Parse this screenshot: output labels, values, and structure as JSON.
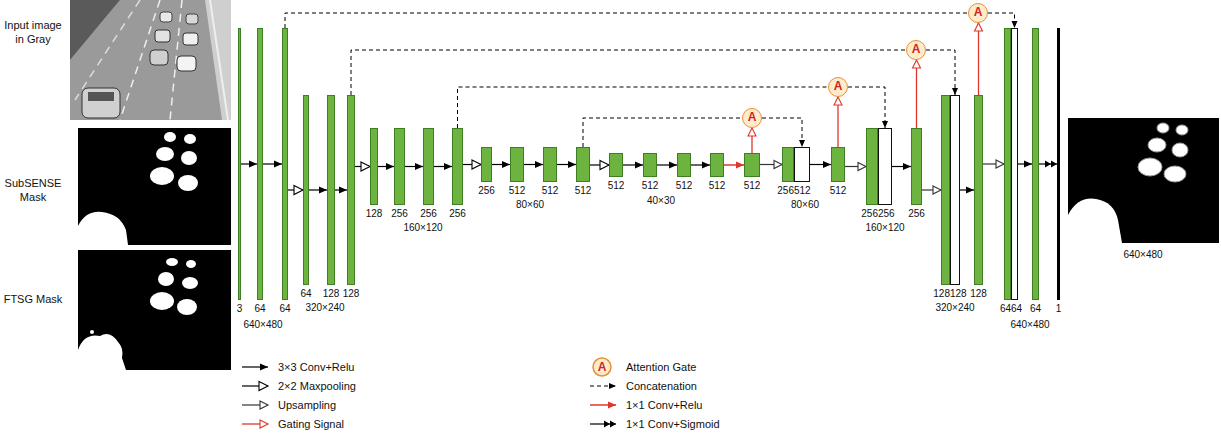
{
  "diagram": {
    "nodes": [
      {
        "text": [
          "3"
        ]
      },
      {
        "text": [
          "64"
        ]
      },
      {
        "text": [
          "64"
        ]
      },
      {
        "text": [
          "64"
        ]
      },
      {
        "text": [
          "128"
        ]
      },
      {
        "text": [
          "128"
        ]
      },
      {
        "text": [
          "128"
        ]
      },
      {
        "text": [
          "256"
        ]
      },
      {
        "text": [
          "256"
        ]
      },
      {
        "text": [
          "256"
        ]
      },
      {
        "text": [
          "256"
        ]
      },
      {
        "text": [
          "512"
        ]
      },
      {
        "text": [
          "512"
        ]
      },
      {
        "text": [
          "512"
        ]
      },
      {
        "text": [
          "512"
        ]
      },
      {
        "text": [
          "512"
        ]
      },
      {
        "text": [
          "512"
        ]
      },
      {
        "text": [
          "512"
        ]
      },
      {
        "text": [
          "512"
        ]
      },
      {
        "text": [
          "256"
        ]
      },
      {
        "text": [
          "512"
        ]
      },
      {
        "text": [
          "512"
        ]
      },
      {
        "text": [
          "256"
        ]
      },
      {
        "text": [
          "256"
        ]
      },
      {
        "text": [
          "256"
        ]
      },
      {
        "text": [
          "128"
        ]
      },
      {
        "text": [
          "128"
        ]
      },
      {
        "text": [
          "128"
        ]
      },
      {
        "text": [
          "64"
        ]
      },
      {
        "text": [
          "64"
        ]
      },
      {
        "text": [
          "64"
        ]
      },
      {
        "text": [
          "1"
        ]
      },
      {
        "text": [
          "A"
        ]
      },
      {
        "text": [
          "A"
        ]
      },
      {
        "text": [
          "A"
        ]
      },
      {
        "text": [
          "A"
        ]
      }
    ],
    "edges": [
      {
        "from": 0,
        "to": 1,
        "arrow": "to"
      },
      {
        "from": 1,
        "to": 2,
        "arrow": "to"
      },
      {
        "from": 2,
        "to": 3,
        "arrow": "to"
      },
      {
        "from": 3,
        "to": 4,
        "arrow": "to"
      },
      {
        "from": 4,
        "to": 5,
        "arrow": "to"
      },
      {
        "from": 5,
        "to": 6,
        "arrow": "to"
      },
      {
        "from": 6,
        "to": 7,
        "arrow": "to"
      },
      {
        "from": 7,
        "to": 8,
        "arrow": "to"
      },
      {
        "from": 8,
        "to": 9,
        "arrow": "to"
      },
      {
        "from": 9,
        "to": 10,
        "arrow": "to"
      },
      {
        "from": 10,
        "to": 11,
        "arrow": "to"
      },
      {
        "from": 11,
        "to": 12,
        "arrow": "to"
      },
      {
        "from": 12,
        "to": 13,
        "arrow": "to"
      },
      {
        "from": 13,
        "to": 14,
        "arrow": "to"
      },
      {
        "from": 14,
        "to": 15,
        "arrow": "to"
      },
      {
        "from": 15,
        "to": 16,
        "arrow": "to"
      },
      {
        "from": 16,
        "to": 17,
        "arrow": "to"
      },
      {
        "from": 17,
        "to": 18,
        "arrow": "to"
      },
      {
        "from": 18,
        "to": 19,
        "arrow": "to"
      },
      {
        "from": 20,
        "to": 21,
        "arrow": "to"
      },
      {
        "from": 21,
        "to": 22,
        "arrow": "to"
      },
      {
        "from": 23,
        "to": 24,
        "arrow": "to"
      },
      {
        "from": 24,
        "to": 25,
        "arrow": "to"
      },
      {
        "from": 26,
        "to": 27,
        "arrow": "to"
      },
      {
        "from": 27,
        "to": 28,
        "arrow": "to"
      },
      {
        "from": 29,
        "to": 30,
        "arrow": "to"
      },
      {
        "from": 30,
        "to": 31,
        "arrow": "to"
      },
      {
        "from": 13,
        "to": 32,
        "arrow": "none"
      },
      {
        "from": 32,
        "to": 20,
        "arrow": "to"
      },
      {
        "from": 18,
        "to": 32,
        "arrow": "to"
      },
      {
        "from": 9,
        "to": 33,
        "arrow": "none"
      },
      {
        "from": 33,
        "to": 23,
        "arrow": "to"
      },
      {
        "from": 21,
        "to": 33,
        "arrow": "to"
      },
      {
        "from": 5,
        "to": 34,
        "arrow": "none"
      },
      {
        "from": 34,
        "to": 26,
        "arrow": "to"
      },
      {
        "from": 24,
        "to": 34,
        "arrow": "to"
      },
      {
        "from": 2,
        "to": 35,
        "arrow": "none"
      },
      {
        "from": 35,
        "to": 29,
        "arrow": "to"
      },
      {
        "from": 27,
        "to": 35,
        "arrow": "to"
      }
    ],
    "labels": [
      "Input image in Gray",
      "SubSENSE Mask",
      "FTSG Mask",
      "640×480",
      "320×240",
      "160×120",
      "80×60",
      "40×30",
      "80×60",
      "160×120",
      "320×240",
      "640×480",
      "640×480",
      "A"
    ],
    "legend": [
      {
        "text": "3×3 Conv+Relu"
      },
      {
        "text": "2×2 Maxpooling"
      },
      {
        "text": "Upsampling"
      },
      {
        "text": "Gating Signal"
      },
      {
        "text": "Attention Gate"
      },
      {
        "text": "Concatenation"
      },
      {
        "text": "1×1 Conv+Relu"
      },
      {
        "text": "1×1 Conv+Sigmoid"
      }
    ]
  }
}
